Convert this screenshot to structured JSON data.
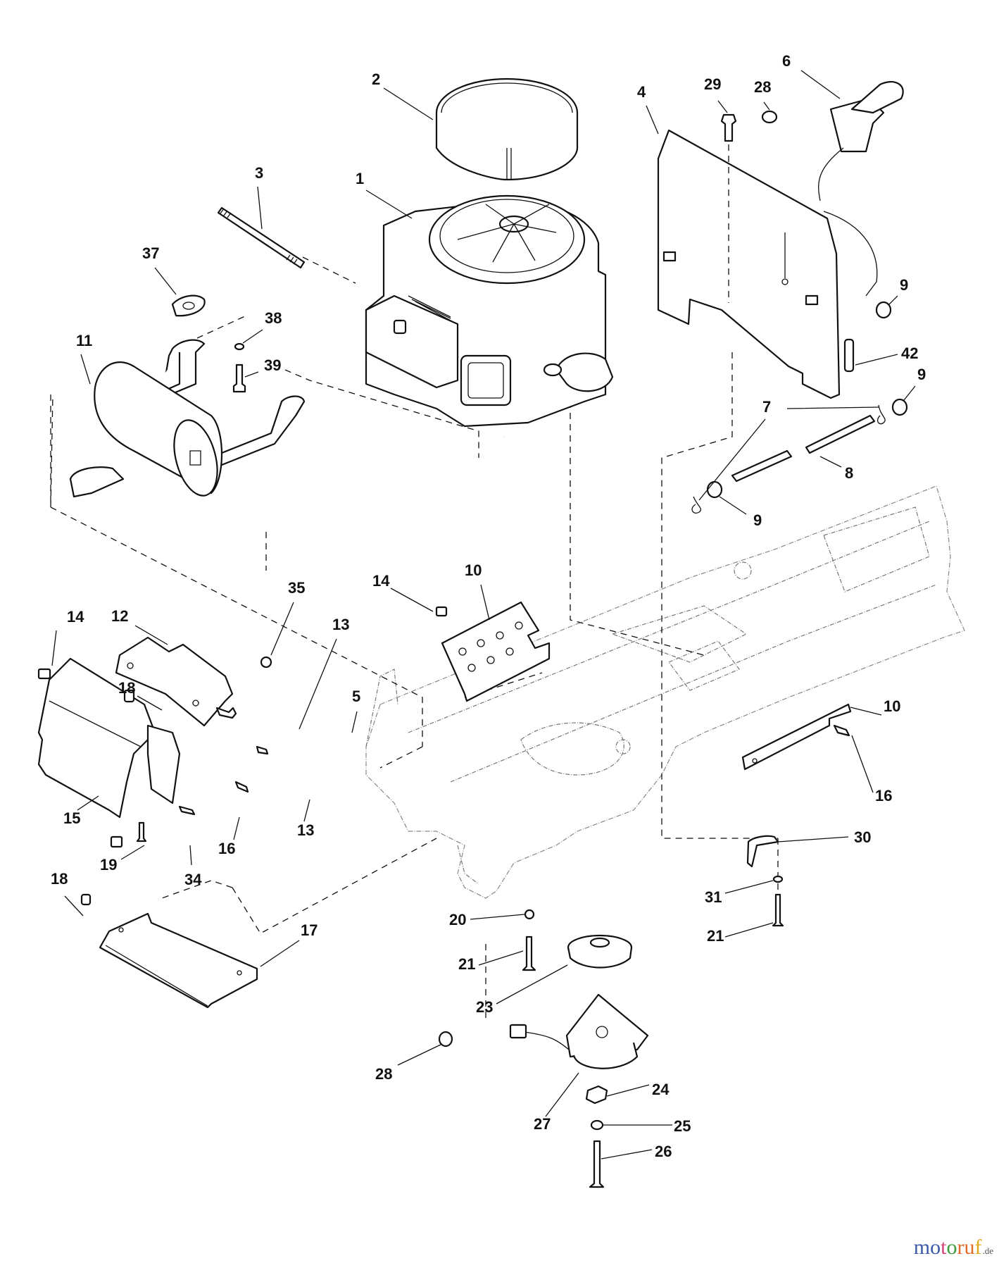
{
  "diagram": {
    "kind": "exploded parts diagram",
    "subject": "riding mower engine, exhaust and frame assembly",
    "callouts": [
      {
        "id": "c1",
        "label": "1",
        "part": "engine"
      },
      {
        "id": "c2",
        "label": "2",
        "part": "engine air screen ring"
      },
      {
        "id": "c3",
        "label": "3",
        "part": "threaded stud"
      },
      {
        "id": "c4",
        "label": "4",
        "part": "heat shield panel"
      },
      {
        "id": "c5",
        "label": "5",
        "part": "screw"
      },
      {
        "id": "c6",
        "label": "6",
        "part": "throttle/choke control with cable"
      },
      {
        "id": "c7",
        "label": "7",
        "part": "hose clip"
      },
      {
        "id": "c8",
        "label": "8",
        "part": "fuel hose"
      },
      {
        "id": "c9a",
        "label": "9",
        "part": "hose clamp"
      },
      {
        "id": "c9b",
        "label": "9",
        "part": "hose clamp"
      },
      {
        "id": "c9c",
        "label": "9",
        "part": "hose clamp"
      },
      {
        "id": "c10a",
        "label": "10",
        "part": "perforated bracket"
      },
      {
        "id": "c10b",
        "label": "10",
        "part": "side bracket"
      },
      {
        "id": "c11",
        "label": "11",
        "part": "muffler"
      },
      {
        "id": "c12",
        "label": "12",
        "part": "muffler guard upper"
      },
      {
        "id": "c13a",
        "label": "13",
        "part": "bolt"
      },
      {
        "id": "c13b",
        "label": "13",
        "part": "bolt"
      },
      {
        "id": "c14a",
        "label": "14",
        "part": "clip nut"
      },
      {
        "id": "c14b",
        "label": "14",
        "part": "clip nut"
      },
      {
        "id": "c15",
        "label": "15",
        "part": "muffler shield"
      },
      {
        "id": "c16a",
        "label": "16",
        "part": "bolt"
      },
      {
        "id": "c16b",
        "label": "16",
        "part": "bolt"
      },
      {
        "id": "c17",
        "label": "17",
        "part": "lower shield"
      },
      {
        "id": "c18a",
        "label": "18",
        "part": "u-nut"
      },
      {
        "id": "c18b",
        "label": "18",
        "part": "u-nut"
      },
      {
        "id": "c19",
        "label": "19",
        "part": "clip nut"
      },
      {
        "id": "c20",
        "label": "20",
        "part": "star washer"
      },
      {
        "id": "c21a",
        "label": "21",
        "part": "bolt"
      },
      {
        "id": "c21b",
        "label": "21",
        "part": "bolt"
      },
      {
        "id": "c23",
        "label": "23",
        "part": "pulley"
      },
      {
        "id": "c24",
        "label": "24",
        "part": "hex nut"
      },
      {
        "id": "c25",
        "label": "25",
        "part": "washer"
      },
      {
        "id": "c26",
        "label": "26",
        "part": "bolt"
      },
      {
        "id": "c27",
        "label": "27",
        "part": "electric PTO clutch"
      },
      {
        "id": "c28a",
        "label": "28",
        "part": "cable tie"
      },
      {
        "id": "c28b",
        "label": "28",
        "part": "cable tie"
      },
      {
        "id": "c29",
        "label": "29",
        "part": "hex bolt"
      },
      {
        "id": "c30",
        "label": "30",
        "part": "anti-rotation bracket"
      },
      {
        "id": "c31",
        "label": "31",
        "part": "washer"
      },
      {
        "id": "c34",
        "label": "34",
        "part": "screw"
      },
      {
        "id": "c35",
        "label": "35",
        "part": "nut"
      },
      {
        "id": "c37",
        "label": "37",
        "part": "exhaust gasket"
      },
      {
        "id": "c38",
        "label": "38",
        "part": "lock washer"
      },
      {
        "id": "c39",
        "label": "39",
        "part": "bolt"
      },
      {
        "id": "c42",
        "label": "42",
        "part": "fuel filter"
      }
    ]
  },
  "watermark": {
    "letters": [
      "m",
      "o",
      "t",
      "o",
      "r",
      "u",
      "f"
    ],
    "colors": [
      "#3b5aa8",
      "#3b5aa8",
      "#d2447a",
      "#3a9b3a",
      "#e06a2a",
      "#e06a2a",
      "#e0a91e"
    ],
    "tld": ".de"
  }
}
